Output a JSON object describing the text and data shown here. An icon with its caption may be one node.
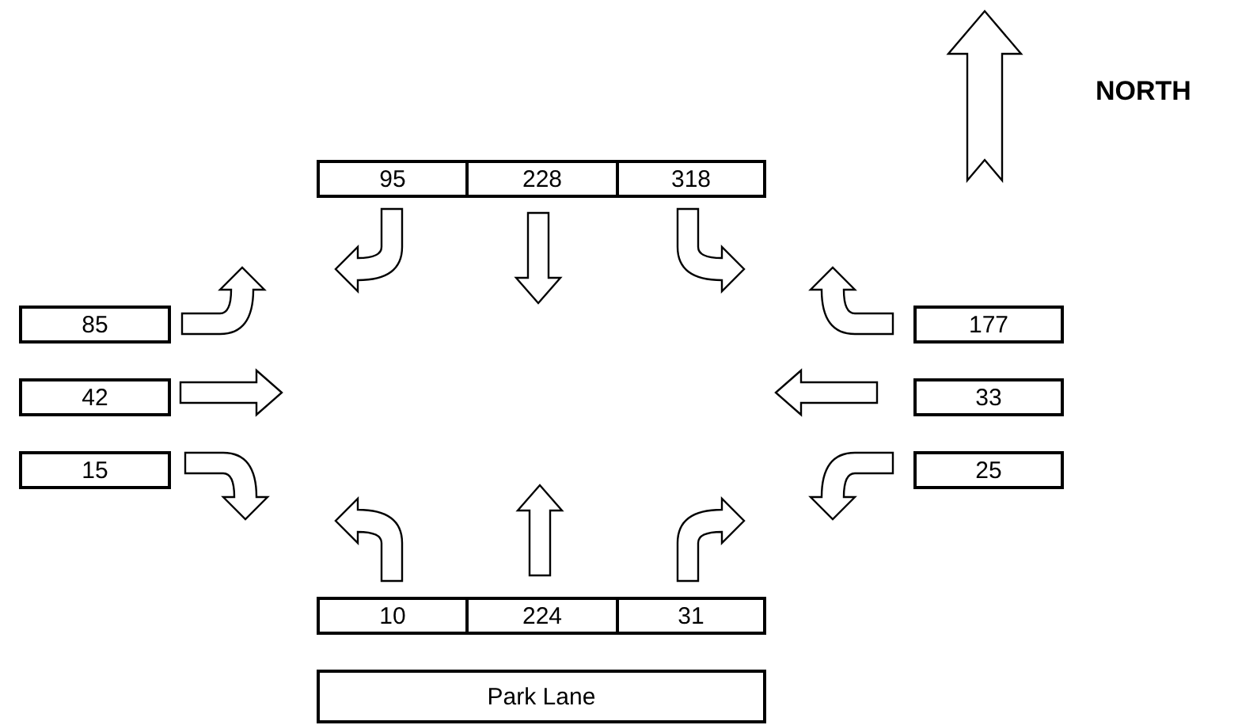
{
  "diagram": {
    "nodes": [
      {
        "text": [
          "95"
        ]
      },
      {
        "text": [
          "228"
        ]
      },
      {
        "text": [
          "318"
        ]
      },
      {
        "text": [
          "85"
        ]
      },
      {
        "text": [
          "42"
        ]
      },
      {
        "text": [
          "15"
        ]
      },
      {
        "text": [
          "177"
        ]
      },
      {
        "text": [
          "33"
        ]
      },
      {
        "text": [
          "25"
        ]
      },
      {
        "text": [
          "10"
        ]
      },
      {
        "text": [
          "224"
        ]
      },
      {
        "text": [
          "31"
        ]
      },
      {
        "text": [
          "Park Lane"
        ]
      }
    ],
    "labels": [
      "NORTH"
    ]
  }
}
